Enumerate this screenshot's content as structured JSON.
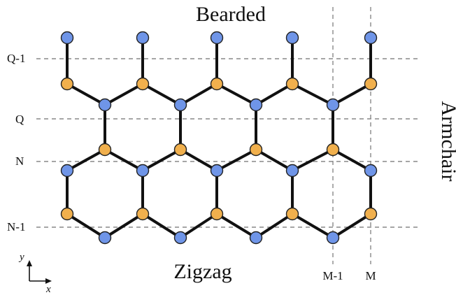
{
  "labels": {
    "top": "Bearded",
    "bottom": "Zigzag",
    "right": "Armchair"
  },
  "row_labels": {
    "q_minus_1": "Q-1",
    "q": "Q",
    "n": "N",
    "n_minus_1": "N-1"
  },
  "col_labels": {
    "m_minus_1": "M-1",
    "m": "M"
  },
  "axes": {
    "x": "x",
    "y": "y"
  },
  "colors": {
    "blue_atom": "#6f95e8",
    "orange_atom": "#f1b04d",
    "bond": "#111111",
    "guide": "#888888"
  }
}
